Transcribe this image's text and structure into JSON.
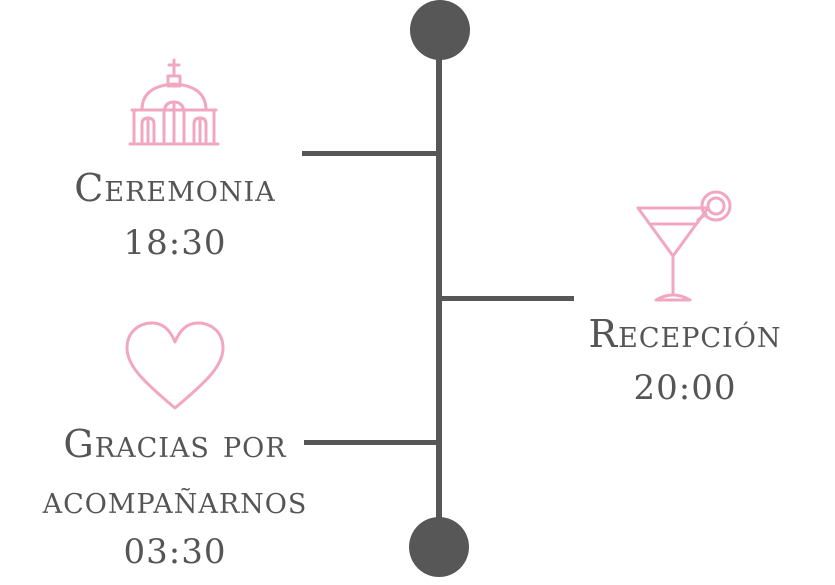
{
  "colors": {
    "line": "#575757",
    "accent": "#f2a7c1",
    "text": "#555555"
  },
  "events": [
    {
      "icon": "church-icon",
      "title": "Ceremonia",
      "time": "18:30"
    },
    {
      "icon": "cocktail-glass-icon",
      "title": "Recepción",
      "time": "20:00"
    },
    {
      "icon": "heart-icon",
      "title_line1": "Gracias por",
      "title_line2": "acompañarnos",
      "time": "03:30"
    }
  ]
}
